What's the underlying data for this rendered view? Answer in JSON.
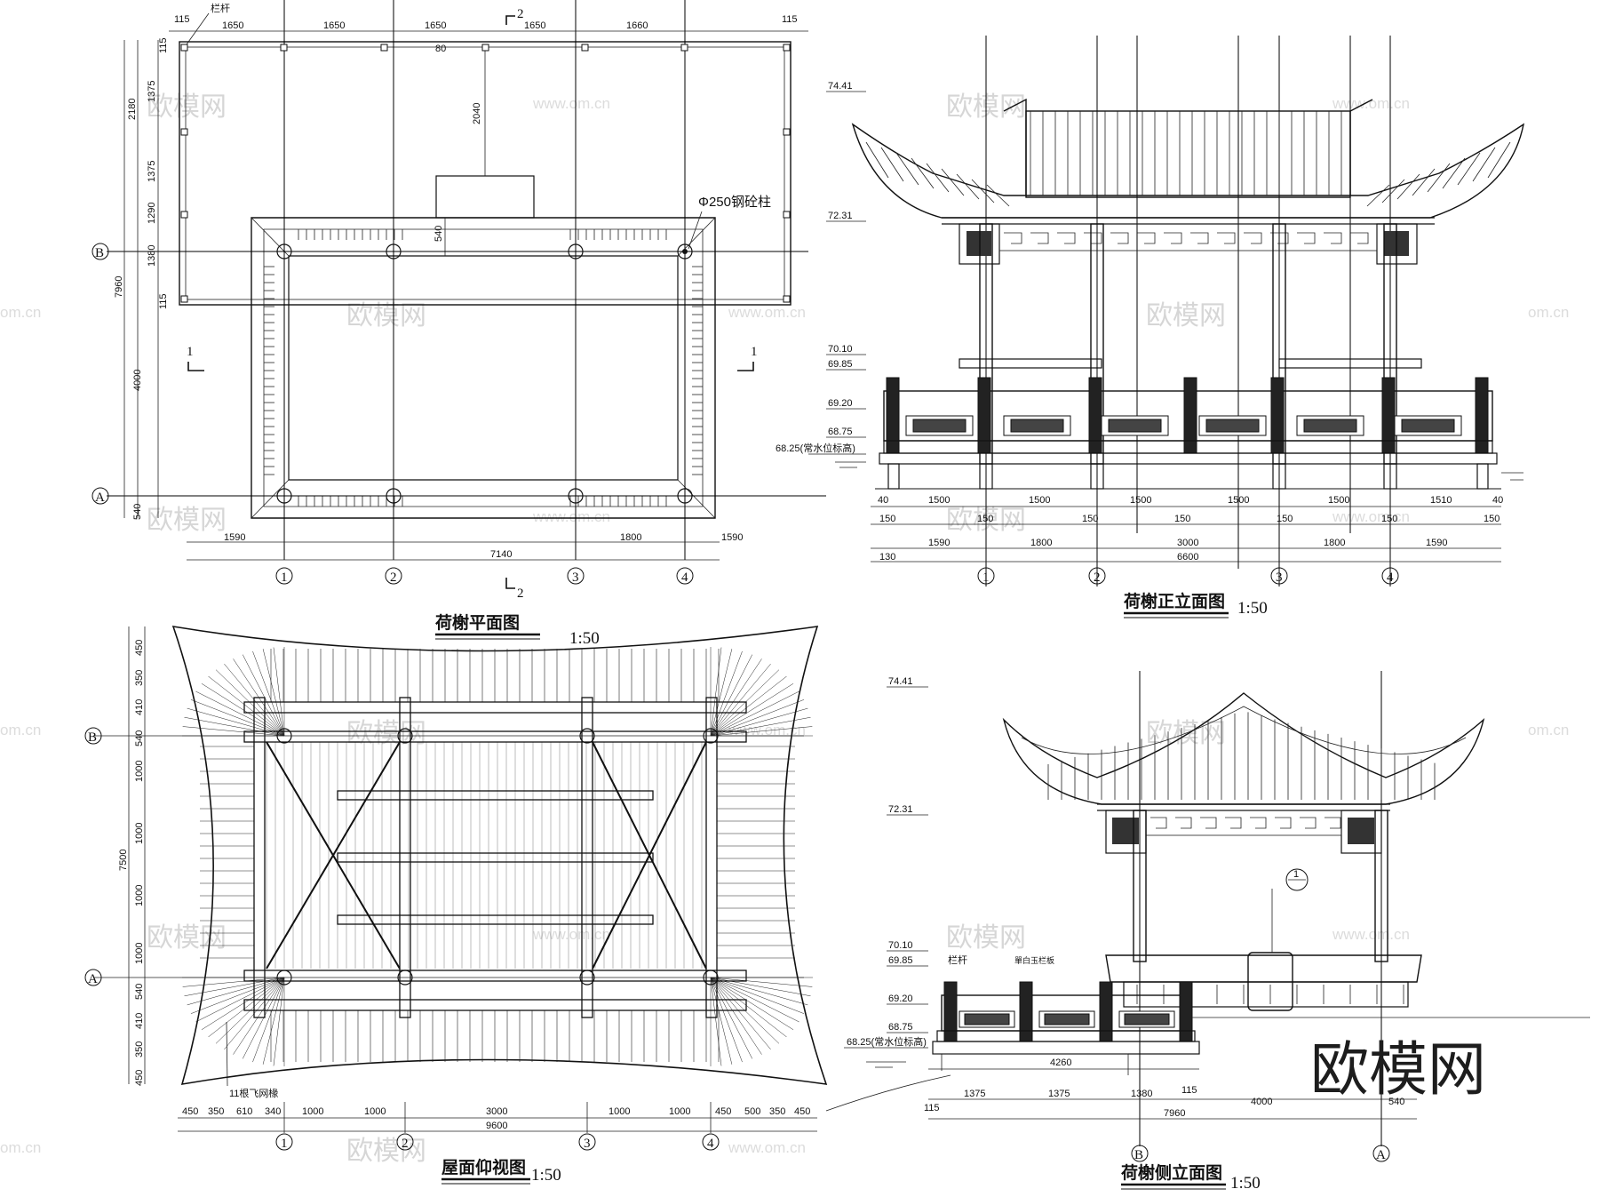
{
  "plan": {
    "title": "荷榭平面图",
    "scale": "1:50",
    "column_note": "Φ250钢砼柱",
    "railing_label": "栏杆",
    "section_marks": [
      "1",
      "1",
      "2",
      "2"
    ],
    "top_dims": [
      "115",
      "1650",
      "1650",
      "1650",
      "1650",
      "1660",
      "115"
    ],
    "small_dims": [
      "80",
      "2040",
      "540"
    ],
    "left_dims": [
      "115",
      "1375",
      "1375",
      "1290",
      "1380",
      "115",
      "4000",
      "540"
    ],
    "left_totals": [
      "2180",
      "7960"
    ],
    "bottom_dims": [
      "1590",
      "1800",
      "1590"
    ],
    "bottom_total": "7140",
    "axes_h": [
      "B",
      "A"
    ],
    "axes_v": [
      "1",
      "2",
      "3",
      "4"
    ]
  },
  "front": {
    "title": "荷榭正立面图",
    "scale": "1:50",
    "elevations": [
      "74.41",
      "72.31",
      "70.10",
      "69.85",
      "69.20",
      "68.75",
      "68.25(常水位标高)"
    ],
    "dims_row1": [
      "40",
      "1500",
      "1500",
      "1500",
      "1500",
      "1500",
      "1510",
      "40"
    ],
    "dims_row2": [
      "150",
      "150",
      "150",
      "150",
      "150",
      "150",
      "150"
    ],
    "dims_row3": [
      "1590",
      "1800",
      "3000",
      "1800",
      "1590"
    ],
    "dims_total": [
      "130",
      "6600"
    ],
    "axes": [
      "1",
      "2",
      "3",
      "4"
    ]
  },
  "roof": {
    "title": "屋面仰视图",
    "scale": "1:50",
    "note": "11根飞网椽",
    "left_dims": [
      "450",
      "350",
      "410",
      "540",
      "1000",
      "1000",
      "1000",
      "1000",
      "540",
      "410",
      "350",
      "450"
    ],
    "left_total": "7500",
    "bottom_dims": [
      "450",
      "350",
      "610",
      "340",
      "1000",
      "1000",
      "3000",
      "1000",
      "1000",
      "450",
      "500",
      "350",
      "450"
    ],
    "bottom_total": "9600",
    "axes_h": [
      "B",
      "A"
    ],
    "axes_v": [
      "1",
      "2",
      "3",
      "4"
    ]
  },
  "side": {
    "title": "荷榭侧立面图",
    "scale": "1:50",
    "elevations": [
      "74.41",
      "72.31",
      "70.10",
      "69.85",
      "69.20",
      "68.75",
      "68.25(常水位标高)"
    ],
    "labels": [
      "栏杆",
      "單白玉栏板"
    ],
    "detail_mark": "1",
    "dims_row1": [
      "4260"
    ],
    "dims_row2": [
      "1375",
      "1375",
      "1380",
      "115",
      "4000",
      "540"
    ],
    "dims_row0": [
      "115"
    ],
    "dims_total": [
      "7960"
    ],
    "axes": [
      "B",
      "A"
    ]
  },
  "watermark": {
    "text": "欧模网",
    "url": "www.om.cn",
    "short": "om.cn"
  }
}
